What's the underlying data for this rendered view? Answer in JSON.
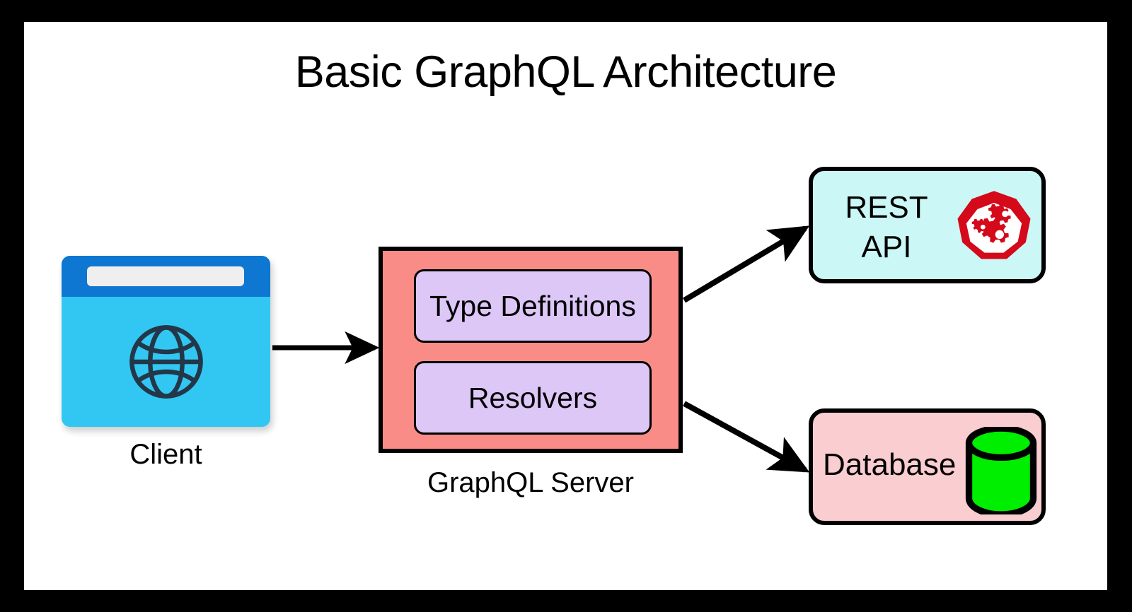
{
  "diagram": {
    "title": "Basic GraphQL Architecture",
    "background_color": "#ffffff",
    "frame_color": "#000000",
    "nodes": {
      "client": {
        "caption": "Client",
        "icon": "browser-window-globe-icon",
        "window_color": "#32C7F2",
        "titlebar_color": "#0D77D1",
        "urlbar_color": "#EFEFEF",
        "globe_color": "#233748"
      },
      "server": {
        "caption": "GraphQL Server",
        "box_color": "#FA8C88",
        "border_color": "#000000",
        "subboxes": [
          {
            "label": "Type Definitions",
            "color": "#DDC7F7"
          },
          {
            "label": "Resolvers",
            "color": "#DDC7F7"
          }
        ]
      },
      "rest_api": {
        "label": "REST\nAPI",
        "box_color": "#CCF7F7",
        "border_color": "#000000",
        "icon": "red-heptagon-gears-icon",
        "icon_color": "#D4091A"
      },
      "database": {
        "label": "Database",
        "box_color": "#FACDD1",
        "border_color": "#000000",
        "icon": "green-cylinder-database-icon",
        "icon_color": "#00EE00"
      }
    },
    "arrows": [
      {
        "name": "client-to-server",
        "from": "client",
        "to": "server",
        "direction": "right"
      },
      {
        "name": "server-to-rest-api",
        "from": "server",
        "to": "rest_api",
        "direction": "up-right"
      },
      {
        "name": "server-to-database",
        "from": "server",
        "to": "database",
        "direction": "down-right"
      }
    ]
  }
}
